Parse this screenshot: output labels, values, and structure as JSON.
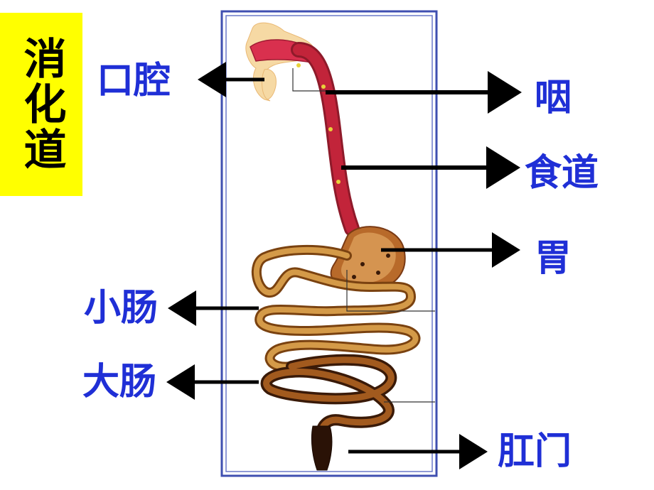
{
  "title": "消化道",
  "labels": {
    "mouth": "口腔",
    "pharynx": "咽",
    "esophagus": "食道",
    "stomach": "胃",
    "small_intestine": "小肠",
    "large_intestine": "大肠",
    "anus": "肛门"
  },
  "colors": {
    "title_background": "#ffff00",
    "label_text": "#1f2fd6",
    "frame": "#3f4fb0",
    "esophagus": "#c2243a",
    "intestine": "#b87a2a",
    "large_intestine": "#7a3a14"
  }
}
